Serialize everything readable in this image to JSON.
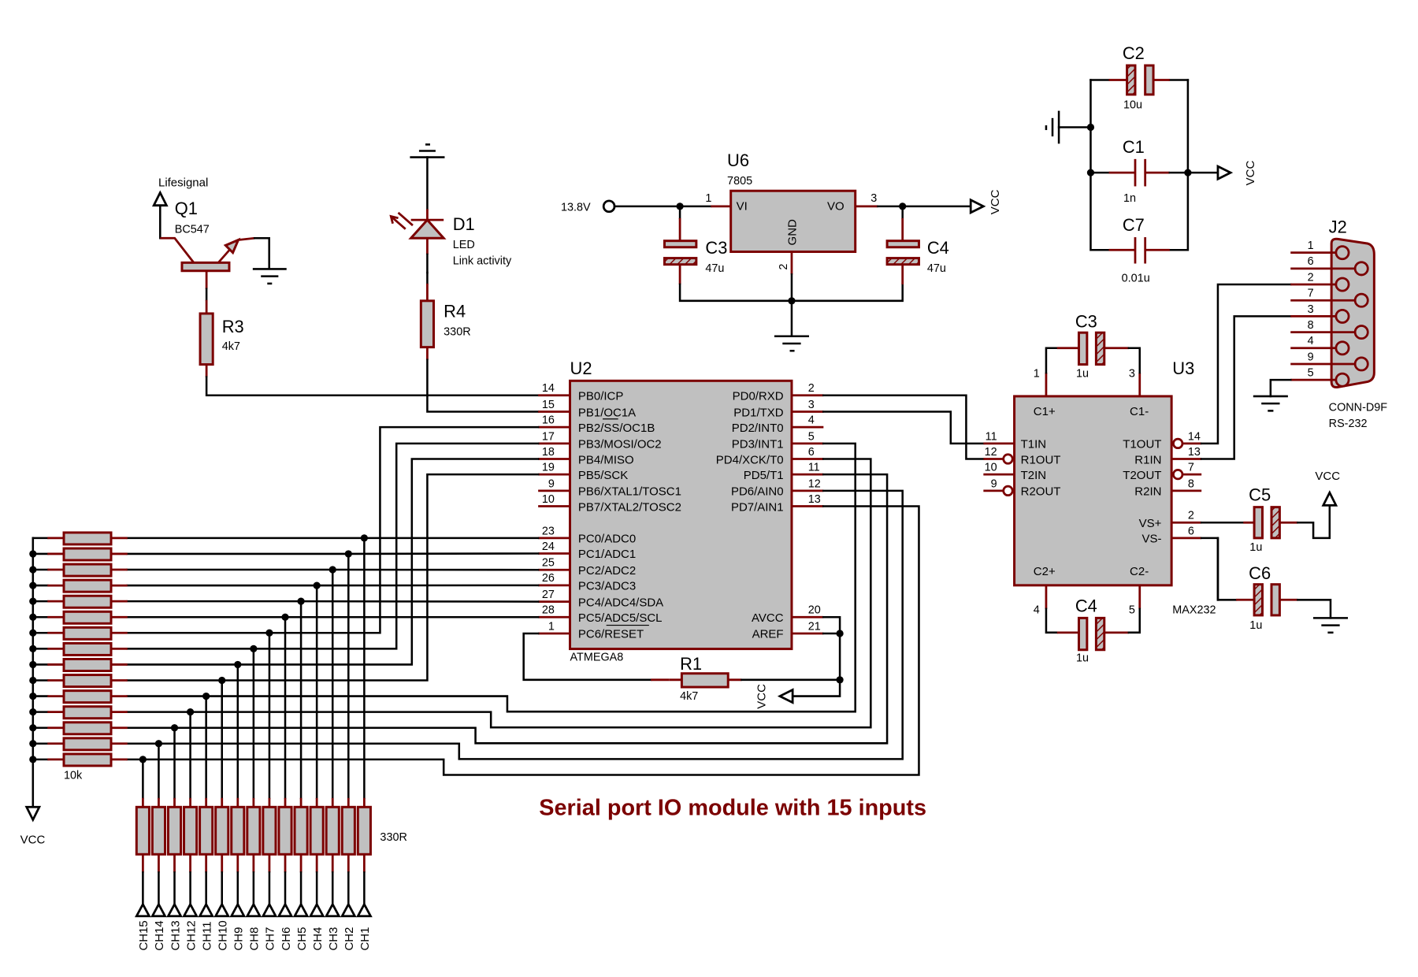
{
  "title": "Serial port IO module with 15 inputs",
  "colors": {
    "component": "#7b0000",
    "body_fill": "#c0c0c0",
    "wire": "#000000",
    "title": "#7b0000"
  },
  "components": {
    "q1": {
      "ref": "Q1",
      "value": "BC547",
      "net_label": "Lifesignal"
    },
    "d1": {
      "ref": "D1",
      "value": "LED",
      "note": "Link activity"
    },
    "r3": {
      "ref": "R3",
      "value": "4k7"
    },
    "r4": {
      "ref": "R4",
      "value": "330R"
    },
    "r1": {
      "ref": "R1",
      "value": "4k7"
    },
    "u6": {
      "ref": "U6",
      "value": "7805",
      "pins": {
        "vi": "VI",
        "vo": "VO",
        "gnd": "GND",
        "p1": "1",
        "p2": "2",
        "p3": "3"
      },
      "input": "13.8V"
    },
    "c3a": {
      "ref": "C3",
      "value": "47u"
    },
    "c4a": {
      "ref": "C4",
      "value": "47u"
    },
    "c2": {
      "ref": "C2",
      "value": "10u"
    },
    "c1": {
      "ref": "C1",
      "value": "1n"
    },
    "c7": {
      "ref": "C7",
      "value": "0.01u"
    },
    "u2": {
      "ref": "U2",
      "value": "ATMEGA8",
      "left_pins": [
        {
          "num": "14",
          "name": "PB0/ICP"
        },
        {
          "num": "15",
          "name": "PB1/OC1A"
        },
        {
          "num": "16",
          "name": "PB2/SS/OC1B"
        },
        {
          "num": "17",
          "name": "PB3/MOSI/OC2"
        },
        {
          "num": "18",
          "name": "PB4/MISO"
        },
        {
          "num": "19",
          "name": "PB5/SCK"
        },
        {
          "num": "9",
          "name": "PB6/XTAL1/TOSC1"
        },
        {
          "num": "10",
          "name": "PB7/XTAL2/TOSC2"
        },
        {
          "num": "23",
          "name": "PC0/ADC0"
        },
        {
          "num": "24",
          "name": "PC1/ADC1"
        },
        {
          "num": "25",
          "name": "PC2/ADC2"
        },
        {
          "num": "26",
          "name": "PC3/ADC3"
        },
        {
          "num": "27",
          "name": "PC4/ADC4/SDA"
        },
        {
          "num": "28",
          "name": "PC5/ADC5/SCL"
        },
        {
          "num": "1",
          "name": "PC6/RESET"
        }
      ],
      "right_pins": [
        {
          "num": "2",
          "name": "PD0/RXD"
        },
        {
          "num": "3",
          "name": "PD1/TXD"
        },
        {
          "num": "4",
          "name": "PD2/INT0"
        },
        {
          "num": "5",
          "name": "PD3/INT1"
        },
        {
          "num": "6",
          "name": "PD4/XCK/T0"
        },
        {
          "num": "11",
          "name": "PD5/T1"
        },
        {
          "num": "12",
          "name": "PD6/AIN0"
        },
        {
          "num": "13",
          "name": "PD7/AIN1"
        },
        {
          "num": "20",
          "name": "AVCC"
        },
        {
          "num": "21",
          "name": "AREF"
        }
      ]
    },
    "u3": {
      "ref": "U3",
      "value": "MAX232",
      "top": {
        "c1p": "C1+",
        "c1m": "C1-",
        "p1": "1",
        "p3": "3"
      },
      "bottom": {
        "c2p": "C2+",
        "c2m": "C2-",
        "p4": "4",
        "p5": "5"
      },
      "left_pins": [
        {
          "num": "11",
          "name": "T1IN"
        },
        {
          "num": "12",
          "name": "R1OUT"
        },
        {
          "num": "10",
          "name": "T2IN"
        },
        {
          "num": "9",
          "name": "R2OUT"
        }
      ],
      "right_pins": [
        {
          "num": "14",
          "name": "T1OUT"
        },
        {
          "num": "13",
          "name": "R1IN"
        },
        {
          "num": "7",
          "name": "T2OUT"
        },
        {
          "num": "8",
          "name": "R2IN"
        },
        {
          "num": "2",
          "name": "VS+"
        },
        {
          "num": "6",
          "name": "VS-"
        }
      ]
    },
    "c3b": {
      "ref": "C3",
      "value": "1u"
    },
    "c4b": {
      "ref": "C4",
      "value": "1u"
    },
    "c5": {
      "ref": "C5",
      "value": "1u"
    },
    "c6": {
      "ref": "C6",
      "value": "1u"
    },
    "j2": {
      "ref": "J2",
      "value": "CONN-D9F",
      "note": "RS-232",
      "pins": [
        "1",
        "6",
        "2",
        "7",
        "3",
        "8",
        "4",
        "9",
        "5"
      ]
    },
    "pullups": {
      "value": "10k"
    },
    "series": {
      "value": "330R"
    }
  },
  "nets": {
    "vcc": "VCC"
  },
  "channels": [
    "CH15",
    "CH14",
    "CH13",
    "CH12",
    "CH11",
    "CH10",
    "CH9",
    "CH8",
    "CH7",
    "CH6",
    "CH5",
    "CH4",
    "CH3",
    "CH2",
    "CH1"
  ]
}
